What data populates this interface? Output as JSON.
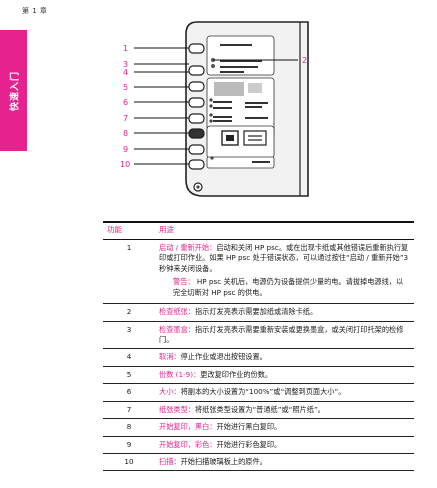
{
  "chapter": "第 1 章",
  "side_tab": "快速入门",
  "callouts": [
    "1",
    "2",
    "3",
    "4",
    "5",
    "6",
    "7",
    "8",
    "9",
    "10"
  ],
  "colors": {
    "accent": "#e6228f",
    "ink": "#1a1a1a",
    "panel": "#f2f2f2"
  },
  "table": {
    "headers": {
      "num": "功能",
      "purpose": "用途"
    },
    "rows": [
      {
        "num": "1",
        "name": "启动 / 重新开始：",
        "desc": "启动和关闭 HP psc。或在出现卡纸或其他错误后重新执行复印或打印作业。如果 HP psc 处于错误状态，可以通过按住“启动 / 重新开始”3 秒钟来关闭设备。",
        "warn_label": "警告：",
        "warn_text": "HP psc 关机后，电源仍为设备提供少量的电。请拔掉电源线，以完全切断对 HP psc 的供电。"
      },
      {
        "num": "2",
        "name": "检查纸张：",
        "desc": "指示灯发亮表示需要加纸或清除卡纸。"
      },
      {
        "num": "3",
        "name": "检查墨盒：",
        "desc": "指示灯发亮表示需要重新安装或更换墨盒，或关闭打印托架的检修门。"
      },
      {
        "num": "4",
        "name": "取消：",
        "desc": "停止作业或退出按钮设置。"
      },
      {
        "num": "5",
        "name": "份数 (1-9)：",
        "desc": "更改复印作业的份数。"
      },
      {
        "num": "6",
        "name": "大小：",
        "desc": "将副本的大小设置为“100%”或“调整到页面大小”。"
      },
      {
        "num": "7",
        "name": "纸张类型：",
        "desc": "将纸张类型设置为“普通纸”或“照片纸”。"
      },
      {
        "num": "8",
        "name": "开始复印，黑白：",
        "desc": "开始进行黑白复印。"
      },
      {
        "num": "9",
        "name": "开始复印，彩色：",
        "desc": "开始进行彩色复印。"
      },
      {
        "num": "10",
        "name": "扫描：",
        "desc": "开始扫描玻璃板上的原件。"
      }
    ]
  }
}
